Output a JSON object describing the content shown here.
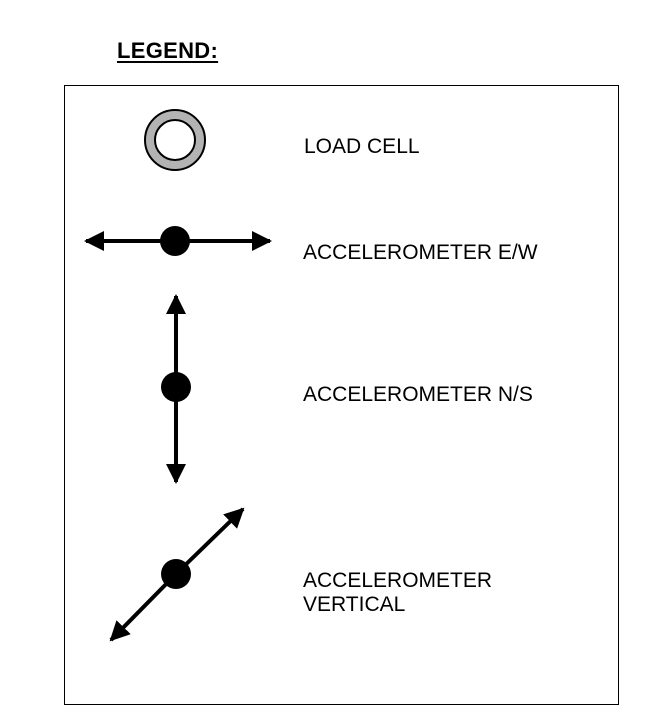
{
  "legend": {
    "title": "LEGEND:",
    "items": [
      {
        "symbol": "load-cell-icon",
        "label": "LOAD CELL"
      },
      {
        "symbol": "accelerometer-ew-icon",
        "label": "ACCELEROMETER E/W"
      },
      {
        "symbol": "accelerometer-ns-icon",
        "label": "ACCELEROMETER N/S"
      },
      {
        "symbol": "accelerometer-vertical-icon",
        "label_line1": "ACCELEROMETER",
        "label_line2": "VERTICAL"
      }
    ]
  },
  "colors": {
    "load_cell_fill": "#b3b3b3",
    "stroke": "#000000",
    "background": "#ffffff"
  }
}
